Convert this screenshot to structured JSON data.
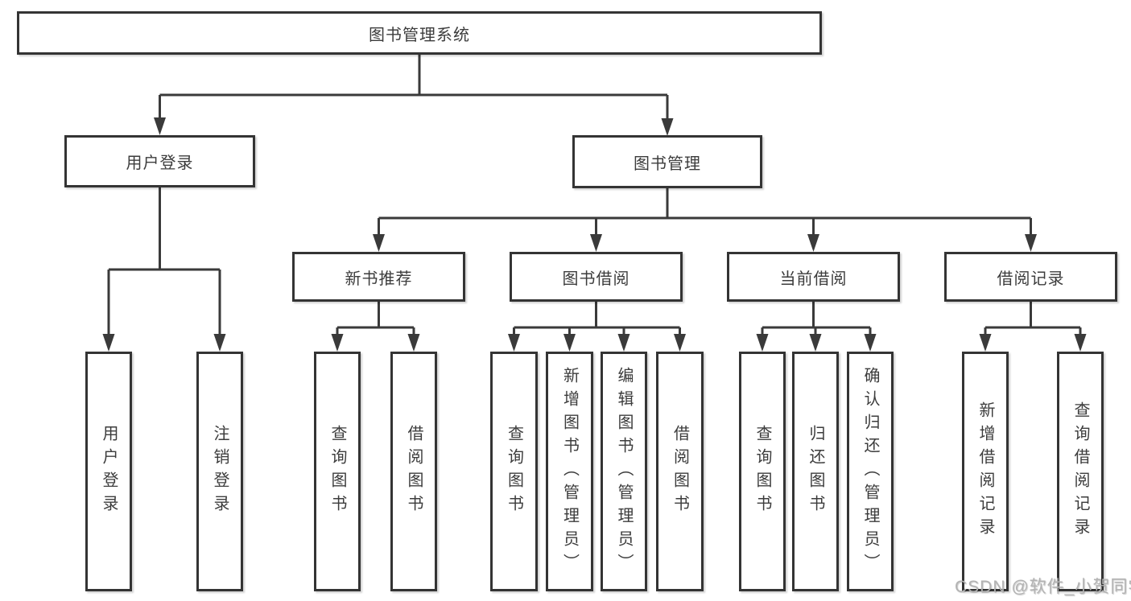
{
  "diagram": {
    "tree": {
      "label": "图书管理系统",
      "children": [
        {
          "label": "用户登录",
          "children": [
            {
              "label": "用户登录"
            },
            {
              "label": "注销登录"
            }
          ]
        },
        {
          "label": "图书管理",
          "children": [
            {
              "label": "新书推荐",
              "children": [
                {
                  "label": "查询图书"
                },
                {
                  "label": "借阅图书"
                }
              ]
            },
            {
              "label": "图书借阅",
              "children": [
                {
                  "label": "查询图书"
                },
                {
                  "label": "新增图书（管理员）"
                },
                {
                  "label": "编辑图书（管理员）"
                },
                {
                  "label": "借阅图书"
                }
              ]
            },
            {
              "label": "当前借阅",
              "children": [
                {
                  "label": "查询图书"
                },
                {
                  "label": "归还图书"
                },
                {
                  "label": "确认归还（管理员）"
                }
              ]
            },
            {
              "label": "借阅记录",
              "children": [
                {
                  "label": "新增借阅记录"
                },
                {
                  "label": "查询借阅记录"
                }
              ]
            }
          ]
        }
      ]
    },
    "watermark": "CSDN @软件_小贺同学",
    "colors": {
      "line": "#3a3a3a",
      "box_border": "#343434",
      "text": "#3c3c3c",
      "watermark": "#b3b3b3",
      "background": "#ffffff"
    }
  }
}
